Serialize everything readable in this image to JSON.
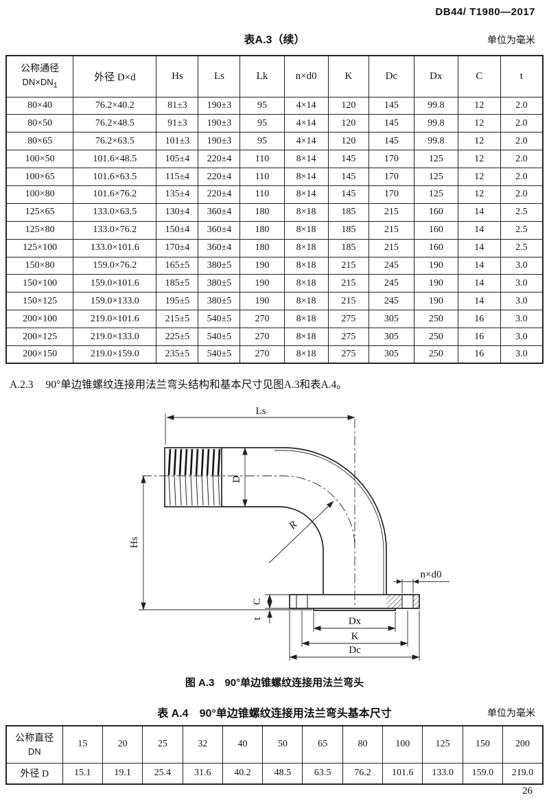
{
  "page": {
    "doc_code": "DB44/ T1980—2017",
    "page_number": "26"
  },
  "table_a3": {
    "title": "表A.3（续）",
    "unit_note": "单位为毫米",
    "header": {
      "col1_line1": "公称通径",
      "col1_line2_main": "DN×DN",
      "col1_line2_sub": "1",
      "cols": [
        "外径 D×d",
        "Hs",
        "Ls",
        "Lk",
        "n×d0",
        "K",
        "Dc",
        "Dx",
        "C",
        "t"
      ]
    },
    "rows": [
      [
        "80×40",
        "76.2×40.2",
        "81±3",
        "190±3",
        "95",
        "4×14",
        "120",
        "145",
        "99.8",
        "12",
        "2.0"
      ],
      [
        "80×50",
        "76.2×48.5",
        "91±3",
        "190±3",
        "95",
        "4×14",
        "120",
        "145",
        "99.8",
        "12",
        "2.0"
      ],
      [
        "80×65",
        "76.2×63.5",
        "101±3",
        "190±3",
        "95",
        "4×14",
        "120",
        "145",
        "99.8",
        "12",
        "2.0"
      ],
      [
        "100×50",
        "101.6×48.5",
        "105±4",
        "220±4",
        "110",
        "8×14",
        "145",
        "170",
        "125",
        "12",
        "2.0"
      ],
      [
        "100×65",
        "101.6×63.5",
        "115±4",
        "220±4",
        "110",
        "8×14",
        "145",
        "170",
        "125",
        "12",
        "2.0"
      ],
      [
        "100×80",
        "101.6×76.2",
        "135±4",
        "220±4",
        "110",
        "8×14",
        "145",
        "170",
        "125",
        "12",
        "2.0"
      ],
      [
        "125×65",
        "133.0×63.5",
        "130±4",
        "360±4",
        "180",
        "8×18",
        "185",
        "215",
        "160",
        "14",
        "2.5"
      ],
      [
        "125×80",
        "133.0×76.2",
        "150±4",
        "360±4",
        "180",
        "8×18",
        "185",
        "215",
        "160",
        "14",
        "2.5"
      ],
      [
        "125×100",
        "133.0×101.6",
        "170±4",
        "360±4",
        "180",
        "8×18",
        "185",
        "215",
        "160",
        "14",
        "2.5"
      ],
      [
        "150×80",
        "159.0×76.2",
        "165±5",
        "380±5",
        "190",
        "8×18",
        "215",
        "245",
        "190",
        "14",
        "3.0"
      ],
      [
        "150×100",
        "159.0×101.6",
        "185±5",
        "380±5",
        "190",
        "8×18",
        "215",
        "245",
        "190",
        "14",
        "3.0"
      ],
      [
        "150×125",
        "159.0×133.0",
        "195±5",
        "380±5",
        "190",
        "8×18",
        "215",
        "245",
        "190",
        "14",
        "3.0"
      ],
      [
        "200×100",
        "219.0×101.6",
        "215±5",
        "540±5",
        "270",
        "8×18",
        "275",
        "305",
        "250",
        "16",
        "3.0"
      ],
      [
        "200×125",
        "219.0×133.0",
        "225±5",
        "540±5",
        "270",
        "8×18",
        "275",
        "305",
        "250",
        "16",
        "3.0"
      ],
      [
        "200×150",
        "219.0×159.0",
        "235±5",
        "540±5",
        "270",
        "8×18",
        "275",
        "305",
        "250",
        "16",
        "3.0"
      ]
    ]
  },
  "clause": {
    "number": "A.2.3",
    "text": "90°单边锥螺纹连接用法兰弯头结构和基本尺寸见图A.3和表A.4。"
  },
  "figure_a3": {
    "caption": "图 A.3　90°单边锥螺纹连接用法兰弯头",
    "labels": {
      "ls": "Ls",
      "d": "D",
      "r": "R",
      "hs": "Hs",
      "c": "C",
      "t": "t",
      "dx": "Dx",
      "k": "K",
      "dc": "Dc",
      "nxd0": "n×d0"
    }
  },
  "table_a4": {
    "title": "表 A.4　90°单边锥螺纹连接用法兰弯头基本尺寸",
    "unit_note": "单位为毫米",
    "row1_header_line1": "公称直径",
    "row1_header_line2": "DN",
    "row2_header": "外径 D",
    "dn_values": [
      "15",
      "20",
      "25",
      "32",
      "40",
      "50",
      "65",
      "80",
      "100",
      "125",
      "150",
      "200"
    ],
    "d_values": [
      "15.1",
      "19.1",
      "25.4",
      "31.6",
      "40.2",
      "48.5",
      "63.5",
      "76.2",
      "101.6",
      "133.0",
      "159.0",
      "219.0"
    ]
  }
}
